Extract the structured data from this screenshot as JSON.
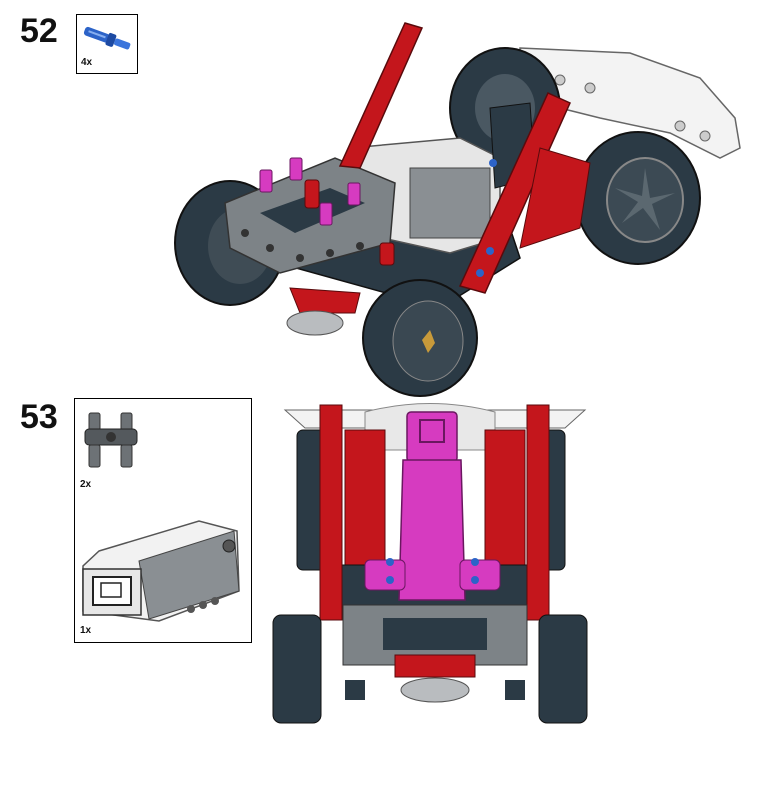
{
  "step52": {
    "number": "52",
    "parts": [
      {
        "qty": "4x",
        "icon": "blue-axle-pin-icon"
      }
    ]
  },
  "step53": {
    "number": "53",
    "parts": [
      {
        "qty": "2x",
        "icon": "double-pin-connector-icon"
      },
      {
        "qty": "1x",
        "icon": "medium-motor-icon"
      }
    ]
  },
  "colors": {
    "red": "#c4161c",
    "dark": "#2b3a45",
    "gray": "#8a8f93",
    "white": "#f2f2f2",
    "magenta": "#d63bc0",
    "blue": "#2c63c8"
  }
}
